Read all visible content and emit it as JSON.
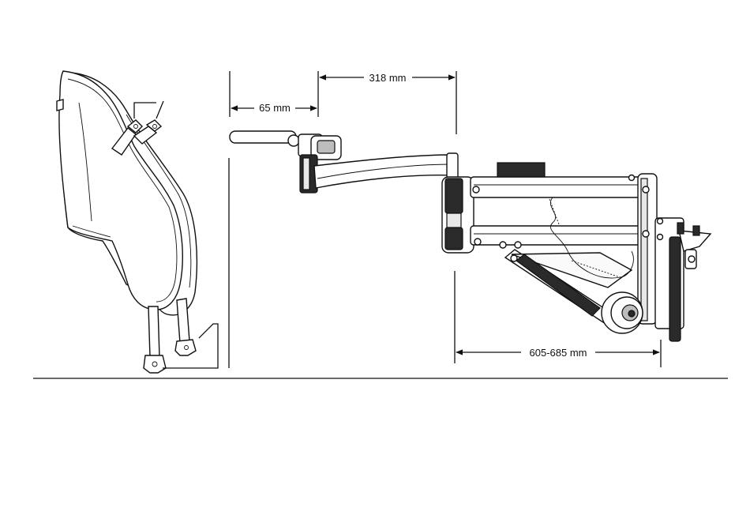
{
  "dimensions": {
    "offset": "65 mm",
    "arm_length": "318 mm",
    "mount_range": "605-685 mm"
  }
}
